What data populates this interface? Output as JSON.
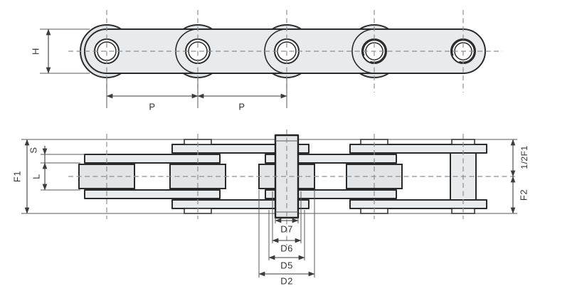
{
  "drawing": {
    "kind": "roller-chain-engineering-drawing",
    "views": {
      "side_view": {
        "labels": {
          "height": "H",
          "pitch_left": "P",
          "pitch_right": "P"
        }
      },
      "plan_view": {
        "labels": {
          "overall_pin_width": "F1",
          "plate_thickness": "S",
          "inner_width": "L",
          "half_overall_width": "1/2F1",
          "pin_end_width": "F2",
          "pin_diameter": "D7",
          "bush_diameter": "D6",
          "flange_diameter": "D5",
          "roller_diameter": "D2"
        }
      }
    },
    "colors": {
      "part_fill": "#e8eaec",
      "roller_fill": "#e2e4e6",
      "outline": "#2b2b2b",
      "centerline": "#8f8f8f",
      "dimension_line": "#3c3c3c",
      "label_text": "#333333",
      "background": "#ffffff"
    }
  }
}
